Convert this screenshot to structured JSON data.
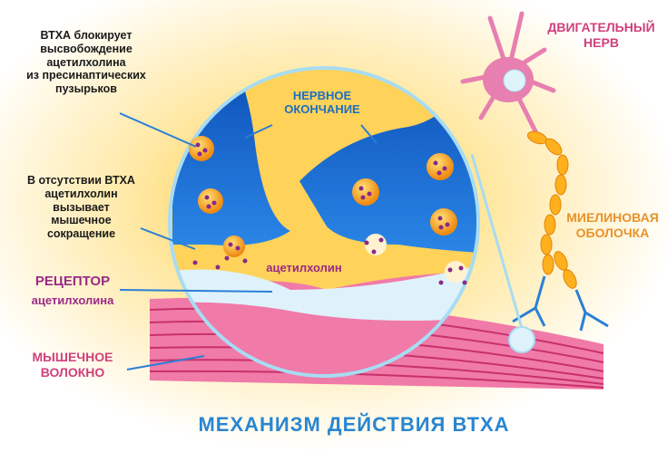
{
  "title": "МЕХАНИЗМ ДЕЙСТВИЯ ВТХА",
  "labels": {
    "btxa_blocks": "ВТХА блокирует\nвысвобождение\nацетилхолина\nиз пресинаптических\nпузырьков",
    "no_btxa": "В отсутствии ВТХА\nацетилхолин\nвызывает\nмышечное\nсокращение",
    "nerve_ending": "НЕРВНОЕ\nОКОНЧАНИЕ",
    "acetylcholine": "ацетилхолин",
    "receptor_title": "РЕЦЕПТОР",
    "receptor_sub": "ацетилхолина",
    "muscle_fiber": "МЫШЕЧНОЕ\nВОЛОКНО",
    "motor_nerve": "ДВИГАТЕЛЬНЫЙ\nНЕРВ",
    "myelin": "МИЕЛИНОВАЯ\nОБОЛОЧКА"
  },
  "colors": {
    "nerve_blue": "#1f6fd0",
    "vesicle": "#f4a21c",
    "muscle": "#e0508a",
    "title": "#2a86d0"
  }
}
